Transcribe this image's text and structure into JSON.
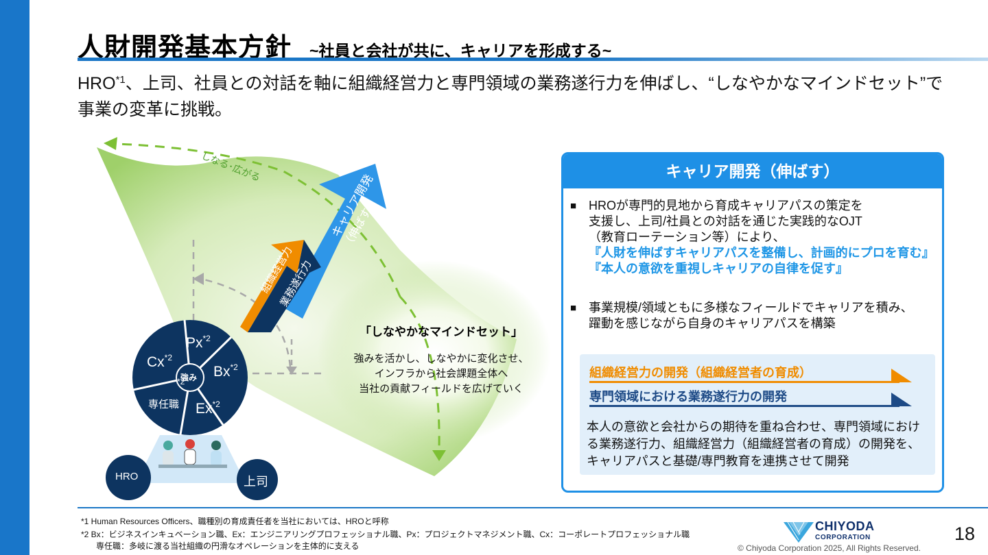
{
  "header": {
    "title": "人財開発基本方針",
    "subtitle": "~社員と会社が共に、キャリアを形成する~"
  },
  "lead": {
    "hro": "HRO",
    "sup": "*1",
    "text": "、上司、社員との対話を軸に組織経営力と専門領域の業務遂行力を伸ばし、“しなやかなマインドセット”で事業の変革に挑戦。"
  },
  "diagram": {
    "stretch_label": "しなる･広がる",
    "career_arrow": {
      "line1": "キャリア開発",
      "line2": "（伸ばす）"
    },
    "org_arrow": "組織経営力",
    "biz_arrow": "業務遂行力",
    "wheel": {
      "center": "強み",
      "segments": [
        {
          "label": "Px",
          "sup": "*2"
        },
        {
          "label": "Bx",
          "sup": "*2"
        },
        {
          "label": "Ex",
          "sup": "*2"
        },
        {
          "label": "専任職",
          "sup": "*2"
        },
        {
          "label": "Cx",
          "sup": "*2"
        }
      ]
    },
    "people": {
      "hro": "HRO",
      "boss": "上司"
    },
    "mindset": {
      "title": "「しなやかなマインドセット」",
      "lines": [
        "強みを活かし、しなやかに変化させ、",
        "インフラから社会課題全体へ",
        "当社の貢献フィールドを広げていく"
      ]
    },
    "colors": {
      "navy": "#0d3460",
      "green": "#7dc034",
      "orange": "#f08c00",
      "blue": "#2e96e8"
    }
  },
  "career_box": {
    "heading": "キャリア開発（伸ばす）",
    "item1": {
      "bullet": "■",
      "line1": "HROが専門的見地から育成キャリアパスの策定を",
      "line2": "支援し、上司/社員との対話を通じた実践的なOJT",
      "line3": "（教育ローテーション等）により、",
      "hl1": "『人財を伸ばすキャリアパスを整備し、計画的にプロを育む』",
      "hl2": "『本人の意欲を重視しキャリアの自律を促す』"
    },
    "item2": {
      "bullet": "■",
      "line1": "事業規模/領域ともに多様なフィールドでキャリアを積み、",
      "line2": "躍動を感じながら自身のキャリアパスを構築"
    },
    "sub": {
      "arrow1": "組織経営力の開発（組織経営者の育成）",
      "arrow2": "専門領域における業務遂行力の開発",
      "text": "本人の意欲と会社からの期待を重ね合わせ、専門領域における業務遂行力、組織経営力（組織経営者の育成）の開発を、キャリアパスと基礎/専門教育を連携させて開発"
    }
  },
  "footnotes": {
    "fn1": "*1 Human Resources Officers、職種別の育成責任者を当社においては、HROと呼称",
    "fn2": "*2 Bx：ビジネスインキュベーション職、Ex：エンジニアリングプロフェッショナル職、Px：プロジェクトマネジメント職、Cx：コーポレートプロフェッショナル職",
    "fn3": "専任職：多岐に渡る当社組織の円滑なオペレーションを主体的に支える"
  },
  "footer": {
    "logo_line1": "CHIYODA",
    "logo_line2": "CORPORATION",
    "copyright": "© Chiyoda Corporation 2025, All Rights Reserved.",
    "page": "18"
  }
}
